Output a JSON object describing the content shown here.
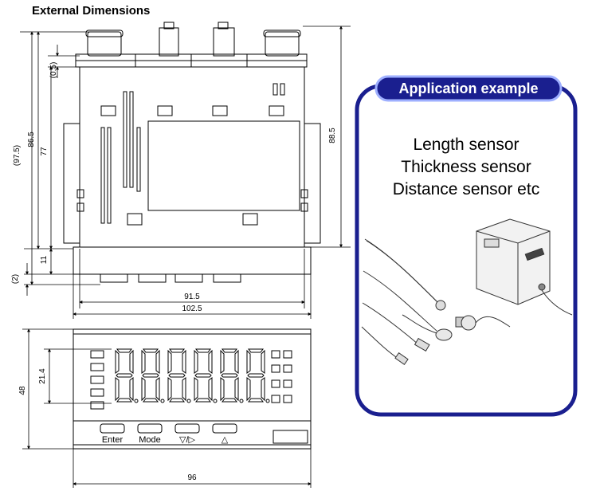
{
  "title": "External Dimensions",
  "top_view": {
    "dims": {
      "overall_depth": "(97.5)",
      "depth_86_5": "86.5",
      "depth_77": "77",
      "offset_0_5": "(0.5)",
      "right_height": "88.5",
      "bezel_11": "11",
      "bezel_2": "(2)",
      "width_91_5": "91.5",
      "width_102_5": "102.5"
    }
  },
  "front_view": {
    "dims": {
      "height_48": "48",
      "display_21_4": "21.4",
      "width_96": "96"
    },
    "buttons": [
      "Enter",
      "Mode",
      "▽/▷",
      "△"
    ]
  },
  "application": {
    "title": "Application example",
    "lines": [
      "Length sensor",
      "Thickness sensor",
      "Distance sensor  etc"
    ],
    "colors": {
      "frame": "#1a1f8f",
      "title_bg": "#1a1f8f"
    }
  }
}
